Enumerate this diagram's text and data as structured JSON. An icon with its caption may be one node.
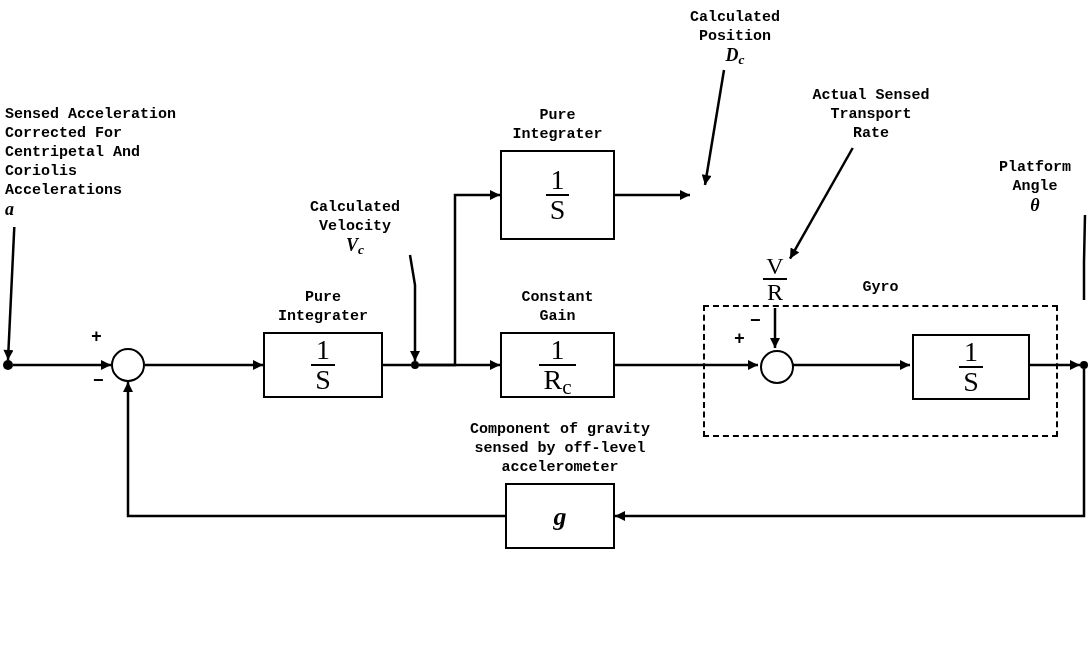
{
  "diagram": {
    "nodes": [
      {
        "text": [],
        "shape": "circle"
      },
      {
        "text": [
          "Sensed Acceleration Corrected For Centripetal And Coriolis Accelerations",
          "a"
        ]
      },
      {
        "text": [],
        "shape": "circle",
        "beside": [
          "+",
          "−"
        ]
      },
      {
        "text": [
          "Pure Integrater",
          "1",
          "S"
        ]
      },
      {
        "text": [],
        "shape": "circle"
      },
      {
        "text": [
          "Calculated Velocity",
          "V$_{c}$"
        ]
      },
      {
        "text": [
          "Pure Integrater",
          "1",
          "S"
        ]
      },
      {
        "text": [
          "Calculated Position",
          "D$_{c}$"
        ]
      },
      {
        "text": [
          "Constant Gain",
          "1",
          "R$_{c}$"
        ]
      },
      {
        "text": [
          "Gyro"
        ]
      },
      {
        "text": [],
        "shape": "circle",
        "in": 9,
        "beside": [
          "+",
          "−"
        ]
      },
      {
        "text": [
          "1",
          "S"
        ],
        "in": 9
      },
      {
        "text": [
          "V",
          "R"
        ]
      },
      {
        "text": [
          "Actual Sensed Transport Rate"
        ]
      },
      {
        "text": [
          "Platform Angle",
          "θ"
        ]
      },
      {
        "text": [],
        "shape": "circle"
      },
      {
        "text": [
          "Component of gravity sensed by off-level accelerometer",
          "g"
        ]
      }
    ],
    "edges": [
      {
        "from": 0,
        "to": 2,
        "arrow": "to"
      },
      {
        "from": 1,
        "to": 0,
        "arrow": "to"
      },
      {
        "from": 2,
        "to": 3,
        "arrow": "to"
      },
      {
        "from": 3,
        "to": 4,
        "arrow": "none"
      },
      {
        "from": 5,
        "to": 4,
        "arrow": "to"
      },
      {
        "from": 4,
        "to": 6,
        "arrow": "to"
      },
      {
        "from": 4,
        "to": 8,
        "arrow": "to"
      },
      {
        "from": 6,
        "to": null,
        "arrow": "to"
      },
      {
        "from": 7,
        "to": null,
        "arrow": "to"
      },
      {
        "from": 8,
        "to": 10,
        "arrow": "to"
      },
      {
        "from": 12,
        "to": 10,
        "arrow": "to"
      },
      {
        "from": 13,
        "to": 12,
        "arrow": "to"
      },
      {
        "from": 10,
        "to": 11,
        "arrow": "to"
      },
      {
        "from": 11,
        "to": 15,
        "arrow": "to"
      },
      {
        "from": 14,
        "to": null,
        "arrow": "none"
      },
      {
        "from": 15,
        "to": 16,
        "arrow": "to"
      },
      {
        "from": 16,
        "to": 2,
        "arrow": "to"
      }
    ]
  }
}
